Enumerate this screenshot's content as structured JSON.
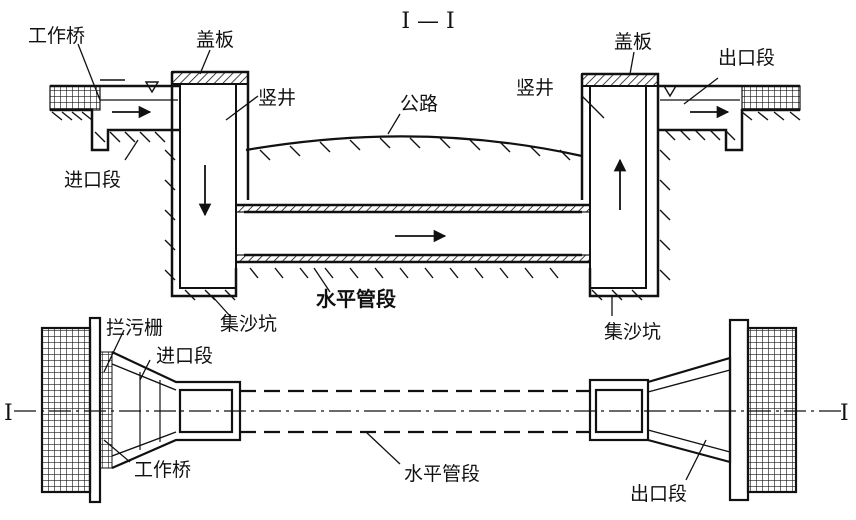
{
  "section_title": "I — I",
  "section_mark": "I",
  "labels": {
    "work_bridge": "工作桥",
    "cover_plate": "盖板",
    "shaft": "竖井",
    "road": "公路",
    "outlet_section": "出口段",
    "inlet_section": "进口段",
    "horizontal_pipe": "水平管段",
    "sand_pit": "集沙坑",
    "trash_rack": "拦污栅"
  },
  "colors": {
    "line": "#111111",
    "background": "#ffffff"
  }
}
